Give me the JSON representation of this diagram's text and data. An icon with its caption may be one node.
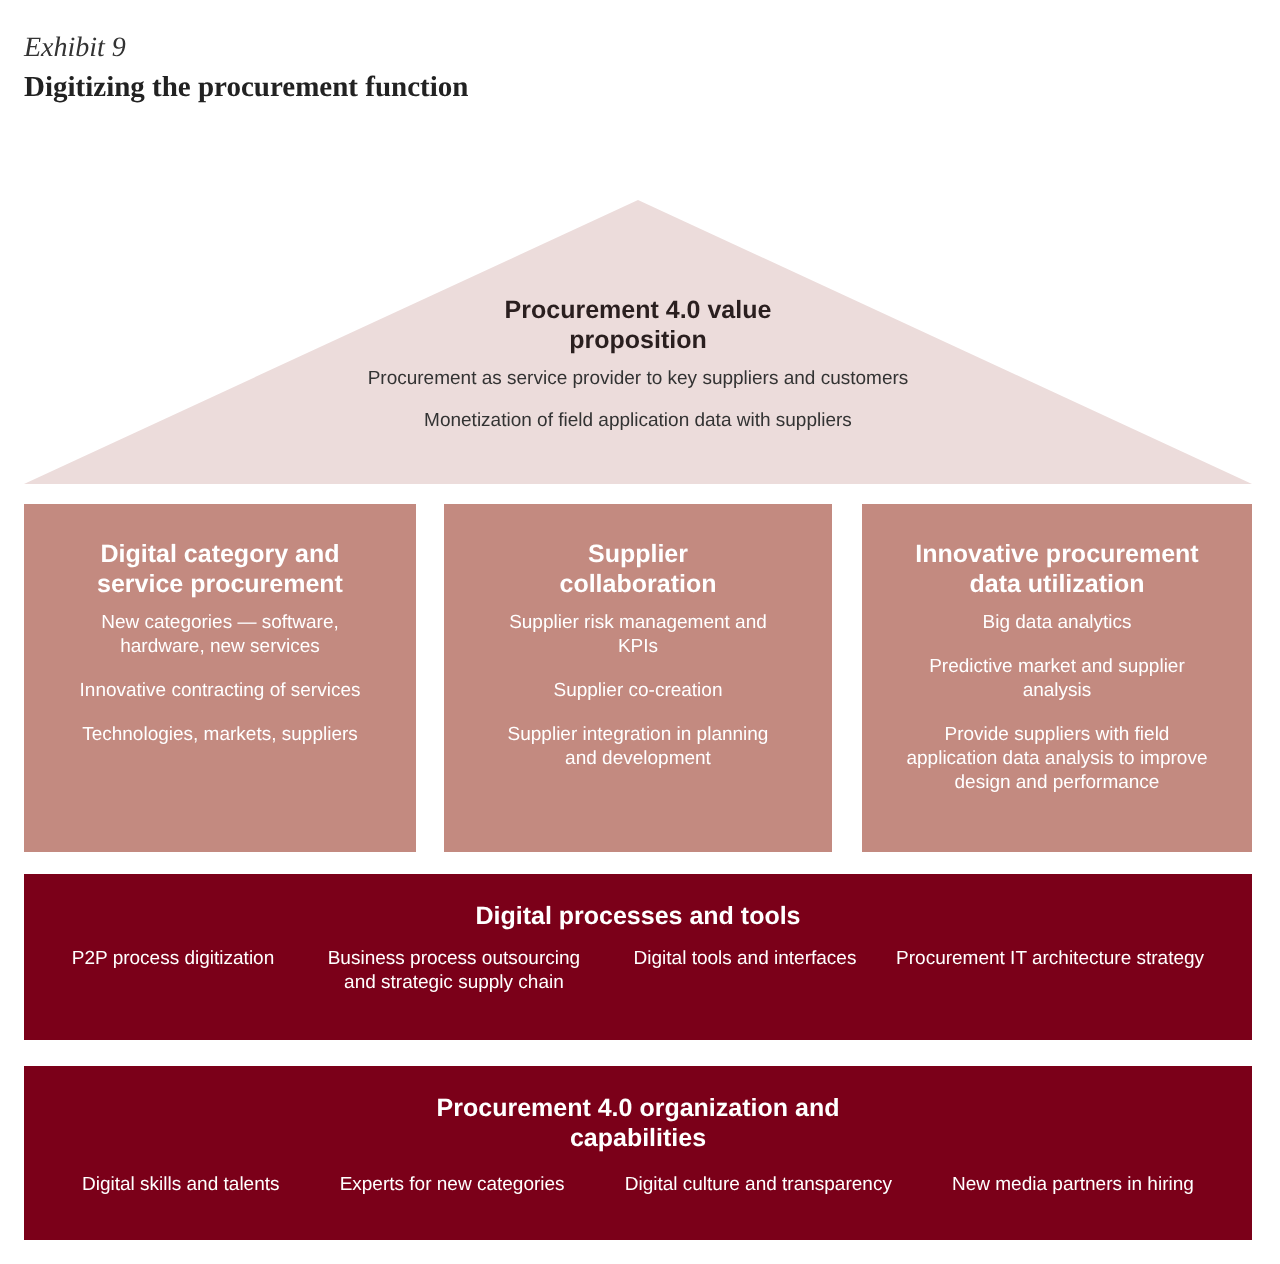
{
  "diagram": {
    "title": "Digitizing the procurement function",
    "nodes": [
      {
        "text": [
          "Procurement 4.0 value proposition",
          "Procurement as service provider to key suppliers and customers",
          "Monetization of field application data with suppliers"
        ]
      },
      {
        "text": [
          "Digital category and service procurement",
          "New categories — software, hardware, new services",
          "Innovative contracting of services",
          "Technologies, markets, suppliers"
        ]
      },
      {
        "text": [
          "Supplier collaboration",
          "Supplier risk management and KPIs",
          "Supplier co-creation",
          "Supplier integration in planning and development"
        ]
      },
      {
        "text": [
          "Innovative procurement data utilization",
          "Big data analytics",
          "Predictive market and supplier analysis",
          "Provide suppliers with field application data analysis to improve design and performance"
        ]
      },
      {
        "text": [
          "Digital processes and tools",
          "P2P process digitization",
          "Business process outsourcing and strategic supply chain",
          "Digital tools and interfaces",
          "Procurement IT architecture strategy"
        ]
      },
      {
        "text": [
          "Procurement 4.0 organization and capabilities",
          "Digital skills and talents",
          "Experts for new categories",
          "Digital culture and transparency",
          "New media partners in hiring"
        ]
      }
    ],
    "labels": [
      "Exhibit 9"
    ]
  }
}
